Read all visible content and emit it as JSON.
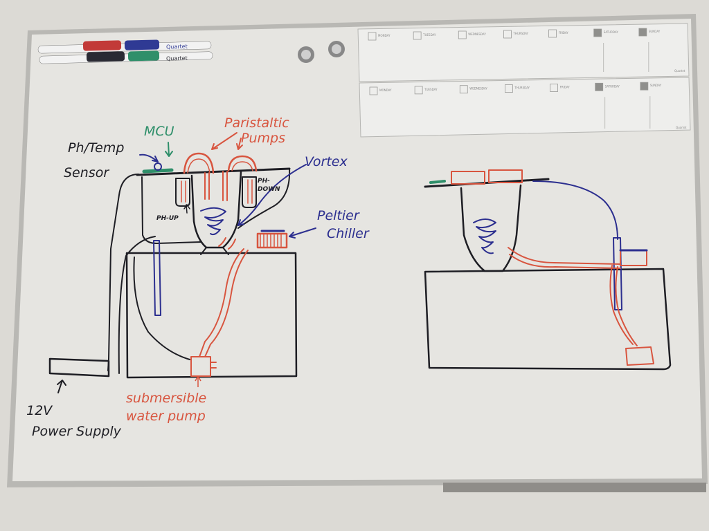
{
  "colors": {
    "black": "#1e1e24",
    "red": "#d8553f",
    "blue": "#2c2f8f",
    "green": "#2f8f6a",
    "board": "#e6e5e1",
    "frame": "#b9b8b4"
  },
  "labels": {
    "mcu": "MCU",
    "pumps_line1": "Paristaltic",
    "pumps_line2": "Pumps",
    "sensor_line1": "Ph/Temp",
    "sensor_line2": "Sensor",
    "vortex": "Vortex",
    "ph_down_line1": "PH-",
    "ph_down_line2": "DOWN",
    "ph_up": "PH-UP",
    "peltier_line1": "Peltier",
    "peltier_line2": "Chiller",
    "psu_line1": "12V",
    "psu_line2": "Power Supply",
    "sub_pump_line1": "submersible",
    "sub_pump_line2": "water pump"
  },
  "calendar": {
    "days": [
      "MONDAY",
      "TUESDAY",
      "WEDNESDAY",
      "THURSDAY",
      "FRIDAY",
      "SATURDAY",
      "SUNDAY"
    ],
    "brand": "Quartet"
  },
  "markers": {
    "brand": "Quartet",
    "colors": [
      "#2a2a33",
      "#c23a38",
      "#2f3a94",
      "#2f8f6a"
    ]
  },
  "icons": {
    "magnet": "magnet-icon",
    "marker": "marker-icon"
  }
}
